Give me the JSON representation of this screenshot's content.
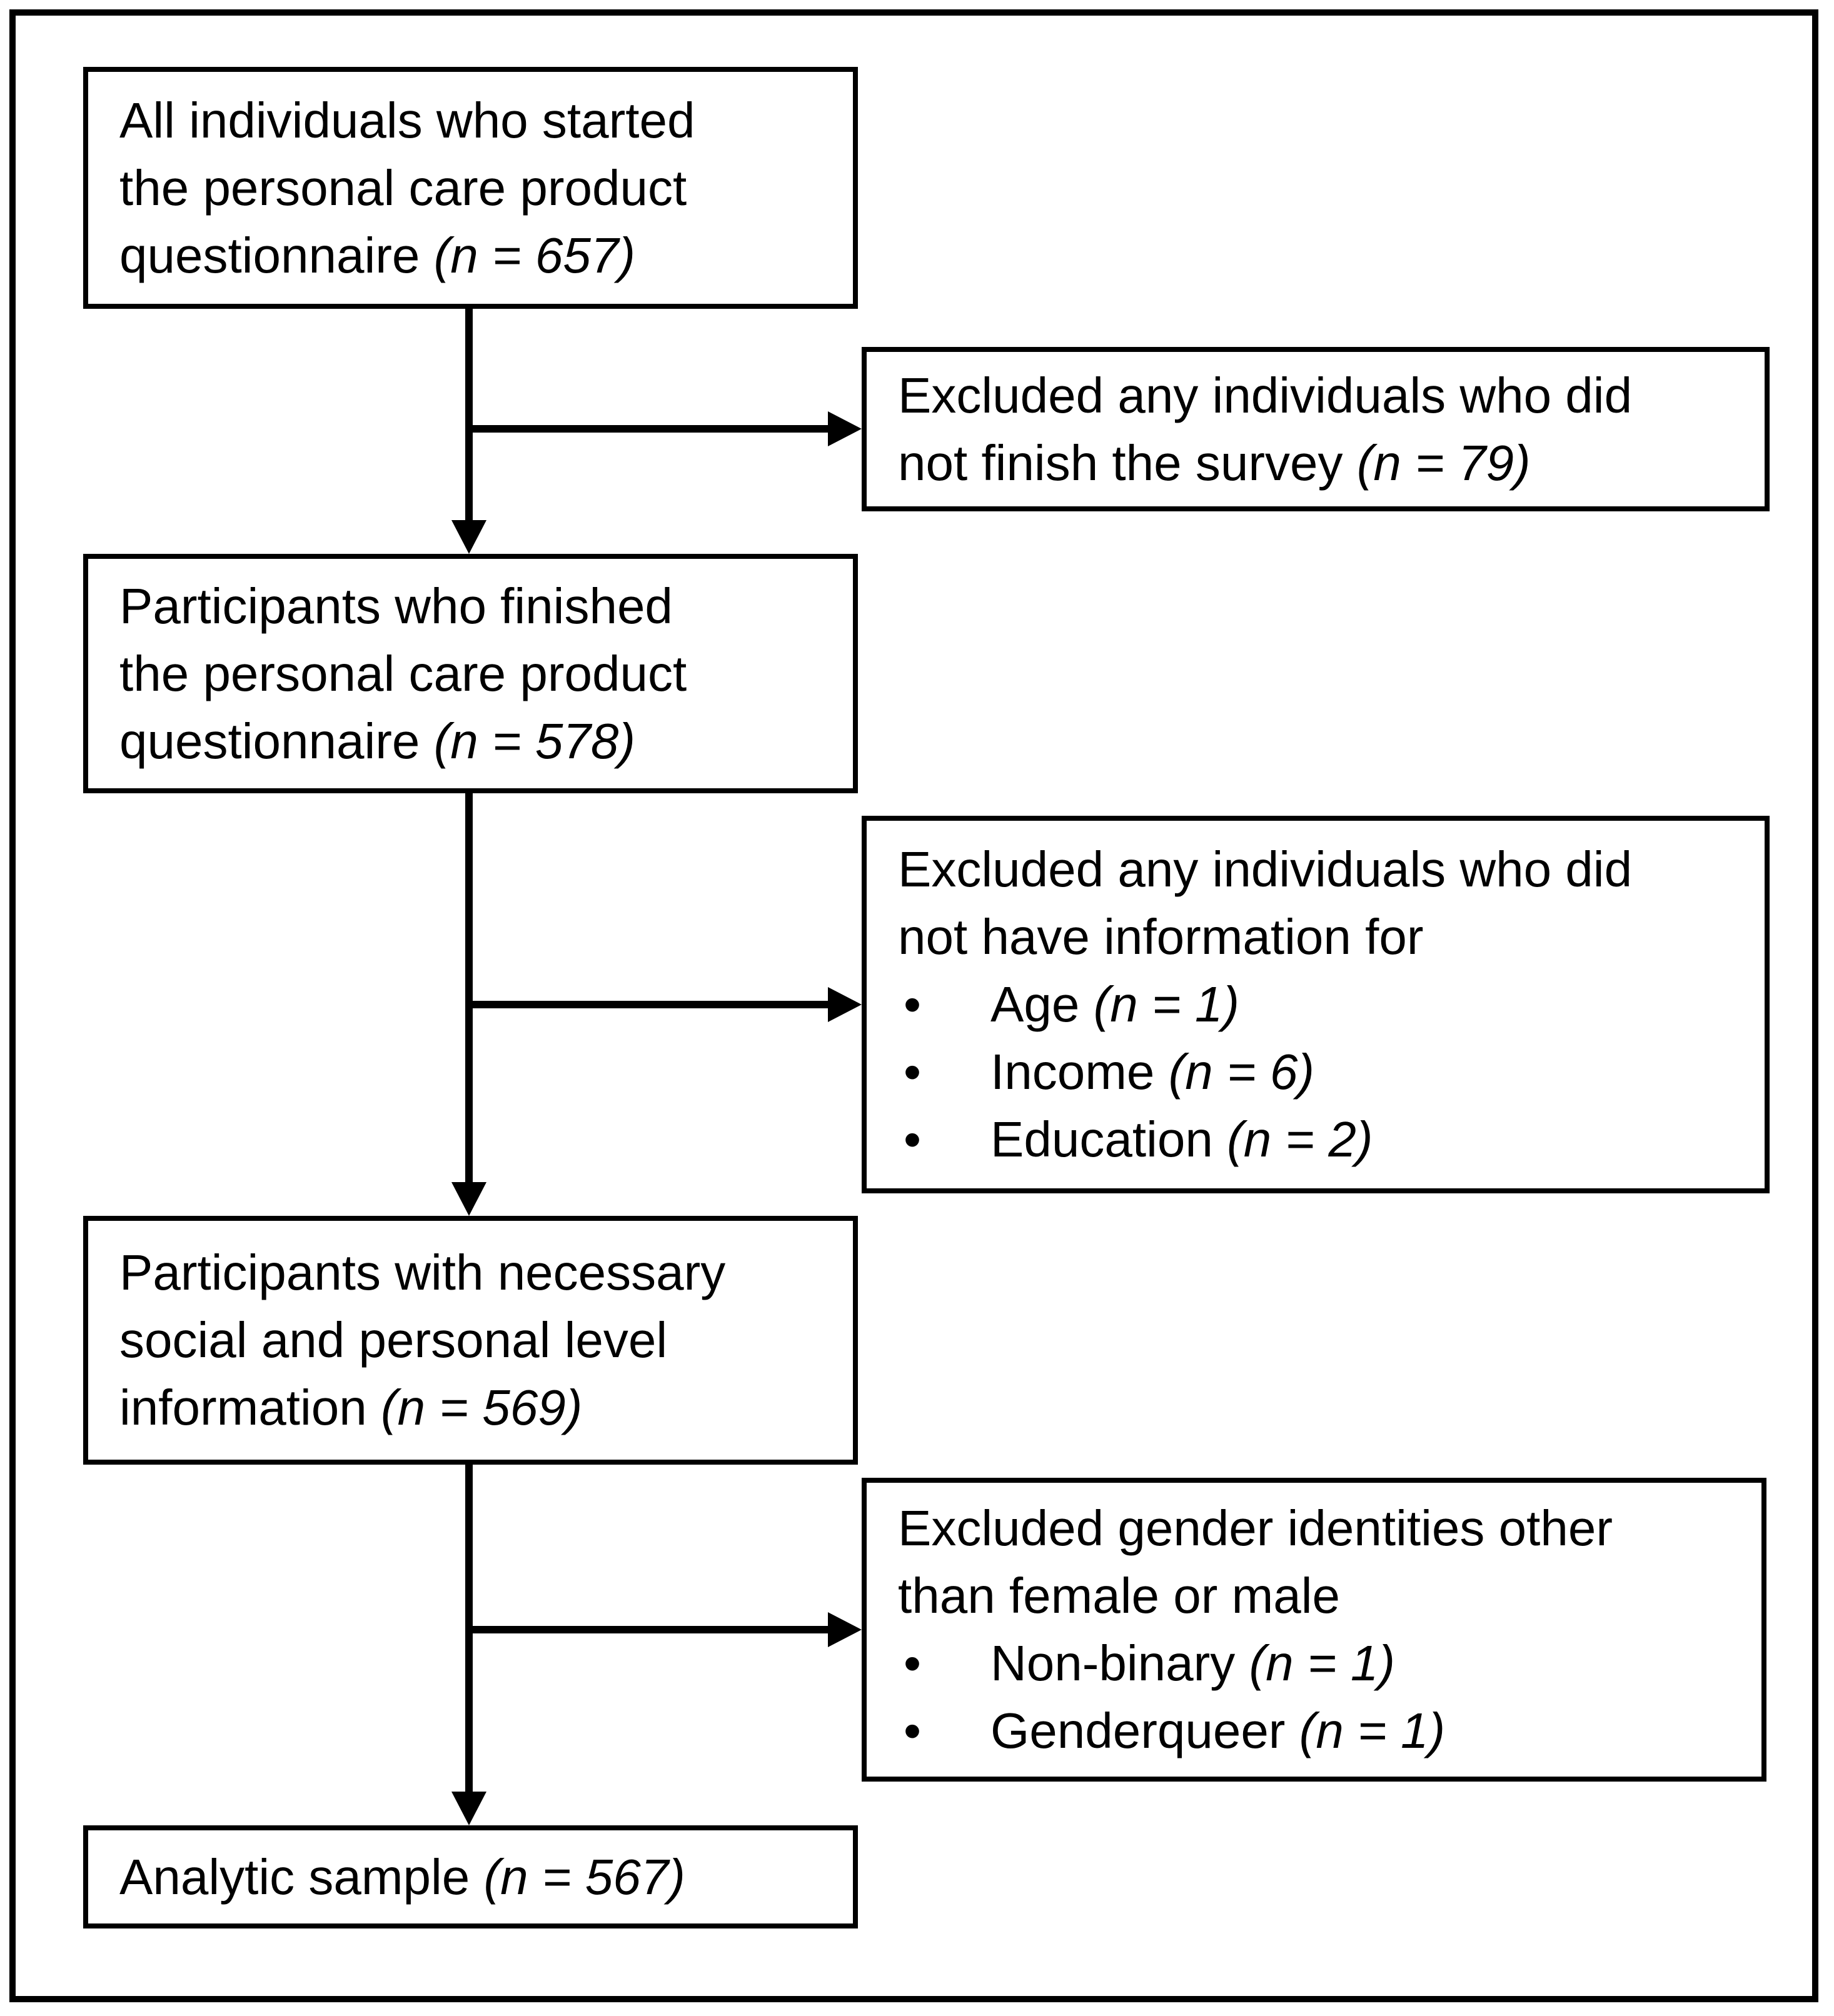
{
  "figure": {
    "colors": {
      "background": "#ffffff",
      "line": "#000000",
      "text": "#000000"
    },
    "icons": {
      "bullet_glyph": "•",
      "arrowhead_style": "filled-triangle"
    },
    "nodes": [
      {
        "id": "started-questionnaire",
        "role": "main",
        "lines": [
          {
            "bullet": false,
            "segments": [
              {
                "text": "All individuals who started",
                "italic": false
              }
            ]
          },
          {
            "bullet": false,
            "segments": [
              {
                "text": "the personal care product",
                "italic": false
              }
            ]
          },
          {
            "bullet": false,
            "segments": [
              {
                "text": "questionnaire ",
                "italic": false
              },
              {
                "text": "(n = 657)",
                "italic": true
              }
            ]
          }
        ]
      },
      {
        "id": "excluded-did-not-finish",
        "role": "exclusion",
        "lines": [
          {
            "bullet": false,
            "segments": [
              {
                "text": "Excluded any individuals who did",
                "italic": false
              }
            ]
          },
          {
            "bullet": false,
            "segments": [
              {
                "text": "not finish the survey ",
                "italic": false
              },
              {
                "text": "(n = 79)",
                "italic": true
              }
            ]
          }
        ]
      },
      {
        "id": "finished-questionnaire",
        "role": "main",
        "lines": [
          {
            "bullet": false,
            "segments": [
              {
                "text": "Participants who finished",
                "italic": false
              }
            ]
          },
          {
            "bullet": false,
            "segments": [
              {
                "text": "the personal care product",
                "italic": false
              }
            ]
          },
          {
            "bullet": false,
            "segments": [
              {
                "text": "questionnaire ",
                "italic": false
              },
              {
                "text": "(n = 578)",
                "italic": true
              }
            ]
          }
        ]
      },
      {
        "id": "excluded-missing-information",
        "role": "exclusion",
        "lines": [
          {
            "bullet": false,
            "segments": [
              {
                "text": "Excluded any individuals who did",
                "italic": false
              }
            ]
          },
          {
            "bullet": false,
            "segments": [
              {
                "text": "not have information for",
                "italic": false
              }
            ]
          },
          {
            "bullet": true,
            "segments": [
              {
                "text": "Age ",
                "italic": false
              },
              {
                "text": "(n = 1)",
                "italic": true
              }
            ]
          },
          {
            "bullet": true,
            "segments": [
              {
                "text": "Income ",
                "italic": false
              },
              {
                "text": "(n = 6)",
                "italic": true
              }
            ]
          },
          {
            "bullet": true,
            "segments": [
              {
                "text": "Education ",
                "italic": false
              },
              {
                "text": "(n = 2)",
                "italic": true
              }
            ]
          }
        ]
      },
      {
        "id": "necessary-information",
        "role": "main",
        "lines": [
          {
            "bullet": false,
            "segments": [
              {
                "text": "Participants with necessary",
                "italic": false
              }
            ]
          },
          {
            "bullet": false,
            "segments": [
              {
                "text": "social and personal level",
                "italic": false
              }
            ]
          },
          {
            "bullet": false,
            "segments": [
              {
                "text": "information ",
                "italic": false
              },
              {
                "text": "(n = 569)",
                "italic": true
              }
            ]
          }
        ]
      },
      {
        "id": "excluded-gender-identities",
        "role": "exclusion",
        "lines": [
          {
            "bullet": false,
            "segments": [
              {
                "text": "Excluded gender identities other",
                "italic": false
              }
            ]
          },
          {
            "bullet": false,
            "segments": [
              {
                "text": "than female or male",
                "italic": false
              }
            ]
          },
          {
            "bullet": true,
            "segments": [
              {
                "text": "Non-binary ",
                "italic": false
              },
              {
                "text": "(n = 1)",
                "italic": true
              }
            ]
          },
          {
            "bullet": true,
            "segments": [
              {
                "text": "Genderqueer ",
                "italic": false
              },
              {
                "text": "(n = 1)",
                "italic": true
              }
            ]
          }
        ]
      },
      {
        "id": "analytic-sample",
        "role": "main",
        "lines": [
          {
            "bullet": false,
            "segments": [
              {
                "text": "Analytic sample ",
                "italic": false
              },
              {
                "text": "(n = 567)",
                "italic": true
              }
            ]
          }
        ]
      }
    ]
  }
}
